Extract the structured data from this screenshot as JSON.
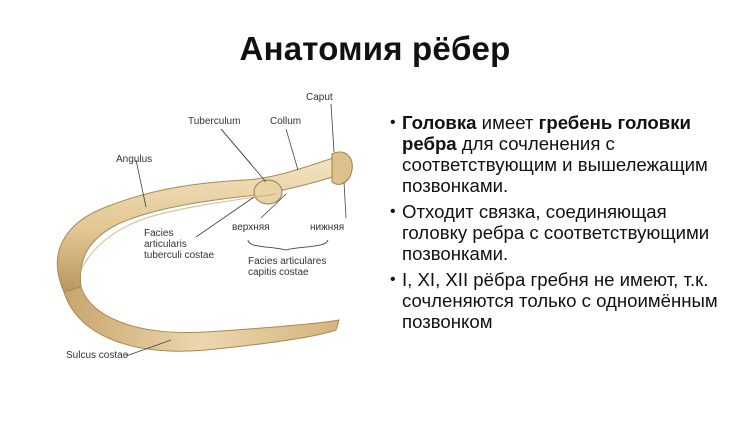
{
  "slide": {
    "title": "Анатомия рёбер"
  },
  "figure": {
    "labels": {
      "caput": "Caput",
      "tuberculum": "Tuberculum",
      "collum": "Collum",
      "angulus": "Angulus",
      "facies_tuberculi_1": "Facies",
      "facies_tuberculi_2": "articularis",
      "facies_tuberculi_3": "tuberculi costae",
      "upper": "верхняя",
      "lower": "нижняя",
      "facies_capitis_1": "Facies articulares",
      "facies_capitis_2": "capitis costae",
      "sulcus": "Sulcus costae"
    }
  },
  "bullets": [
    {
      "parts": [
        {
          "text": "Головка",
          "bold": true
        },
        {
          "text": " имеет ",
          "bold": false
        },
        {
          "text": "гребень головки ребра",
          "bold": true
        },
        {
          "text": " для сочленения с соответствующим и вышележащим позвонками.",
          "bold": false
        }
      ]
    },
    {
      "parts": [
        {
          "text": "Отходит связка, соединяющая головку ребра с соответствующими позвонками.",
          "bold": false
        }
      ]
    },
    {
      "parts": [
        {
          "text": "I, XI, XII рёбра гребня не имеют, т.к. сочленяются только с одноимённым позвонком",
          "bold": false
        }
      ]
    }
  ],
  "colors": {
    "bone_light": "#efdcb4",
    "bone_mid": "#d9bb83",
    "bone_dark": "#a98a55",
    "leader": "#444444"
  },
  "icons": {
    "bullet": "bullet-dot"
  }
}
